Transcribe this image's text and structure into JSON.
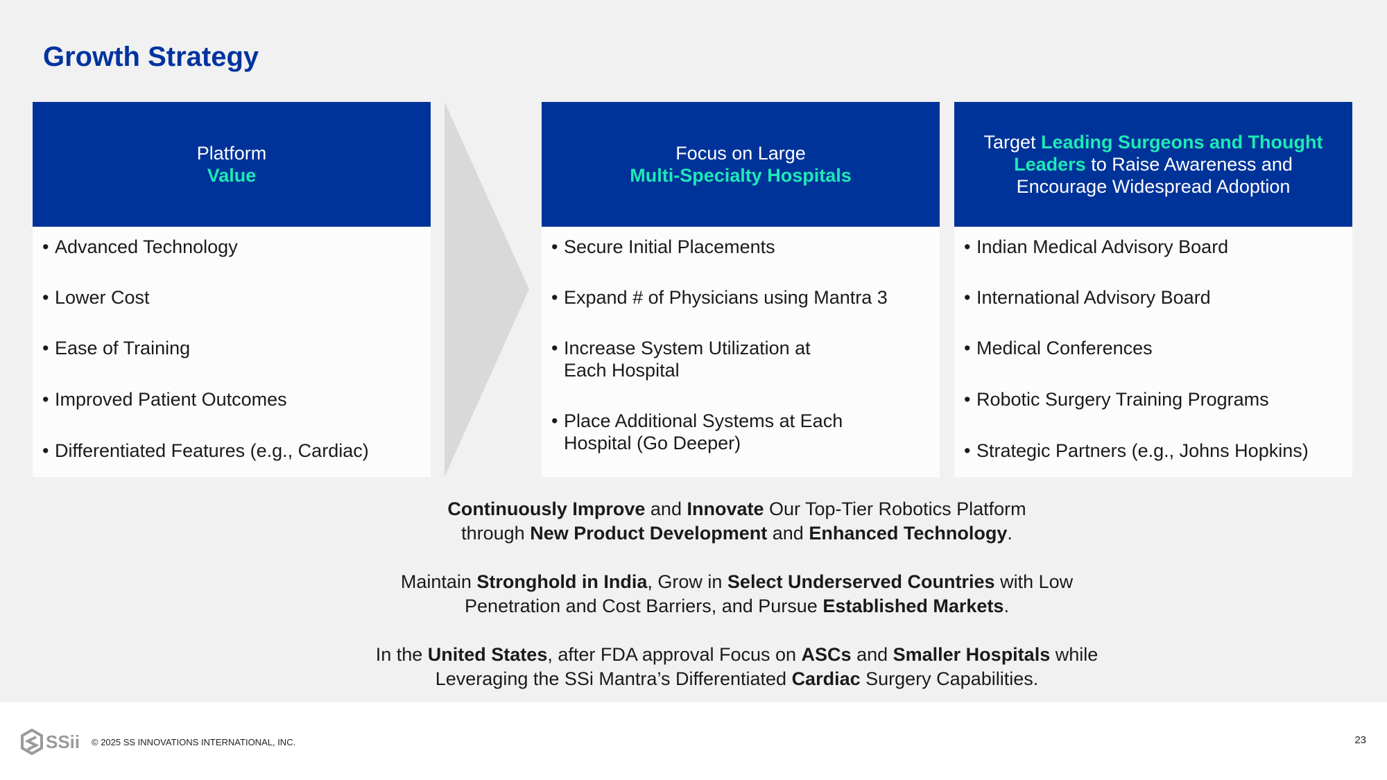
{
  "title": "Growth Strategy",
  "columns": [
    {
      "head_plain": "Platform",
      "head_accent": "Value",
      "items": [
        "Advanced Technology",
        "Lower Cost",
        "Ease of Training",
        "Improved Patient Outcomes",
        "Differentiated Features (e.g., Cardiac)"
      ]
    },
    {
      "head_plain": "Focus on Large",
      "head_accent": "Multi-Specialty Hospitals",
      "items": [
        "Secure Initial Placements",
        "Expand # of Physicians using Mantra 3",
        "Increase System Utilization at Each Hospital",
        "Place Additional Systems at Each Hospital (Go Deeper)"
      ]
    },
    {
      "head_pre": "Target ",
      "head_accent": "Leading Surgeons and Thought Leaders",
      "head_post": " to Raise Awareness and Encourage Widespread Adoption",
      "items": [
        "Indian Medical Advisory Board",
        "International Advisory Board",
        "Medical Conferences",
        "Robotic Surgery Training Programs",
        "Strategic Partners (e.g., Johns Hopkins)"
      ]
    }
  ],
  "bottom": [
    [
      "",
      "Continuously Improve",
      " and ",
      "Innovate",
      " Our Top-Tier Robotics Platform through ",
      "New Product Development",
      " and ",
      "Enhanced Technology",
      "."
    ],
    [
      "Maintain ",
      "Stronghold in India",
      ", Grow in ",
      "Select Underserved Countries",
      " with Low Penetration and Cost Barriers, and Pursue ",
      "Established Markets",
      "."
    ],
    [
      "In the ",
      "United States",
      ", after FDA approval Focus on ",
      "ASCs",
      " and ",
      "Smaller Hospitals",
      " while Leveraging the SSi Mantra’s Differentiated ",
      "Cardiac",
      " Surgery Capabilities."
    ]
  ],
  "footer": {
    "logo": "SSii",
    "copyright": "© 2025 SS INNOVATIONS INTERNATIONAL, INC.",
    "page": "23"
  },
  "colors": {
    "brand": "#003399",
    "accent": "#1de9b6"
  }
}
